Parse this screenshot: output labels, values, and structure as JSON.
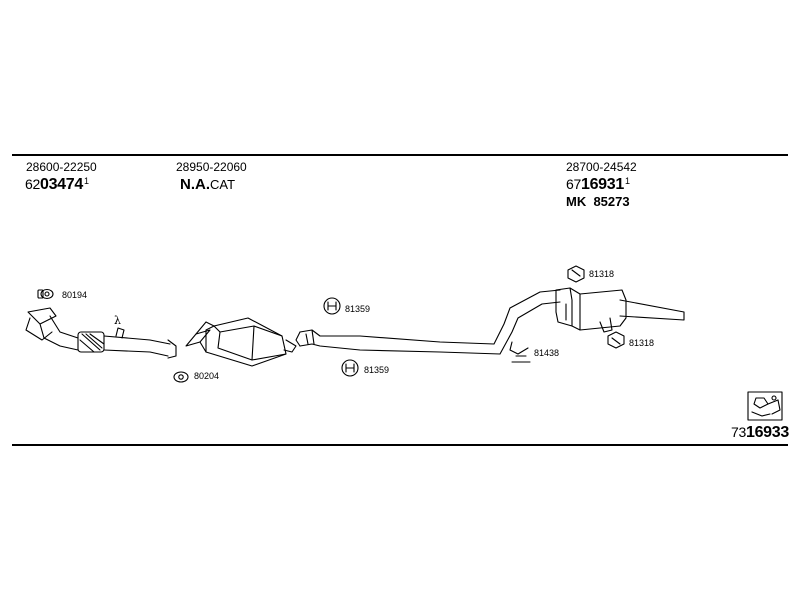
{
  "header": {
    "col1": {
      "part_number": "28600-22250",
      "ref_prefix": "62",
      "ref_main": "03474",
      "ref_suffix": "1"
    },
    "col2": {
      "part_number": "28950-22060",
      "name_bold": "N.A.",
      "name_rest": "CAT"
    },
    "col3": {
      "part_number": "28700-24542",
      "ref_prefix": "67",
      "ref_main": "16931",
      "ref_suffix": "1",
      "mk_label": "MK",
      "mk_number": "85273"
    }
  },
  "labels": {
    "gasket_front": "80194",
    "gasket_cat": "80204",
    "clamp_top": "81359",
    "clamp_bottom": "81359",
    "hanger_mid": "81438",
    "rubber_top": "81318",
    "rubber_bottom": "81318"
  },
  "lambda_symbol": "λ",
  "footer": {
    "prefix": "73",
    "number": "16933"
  }
}
